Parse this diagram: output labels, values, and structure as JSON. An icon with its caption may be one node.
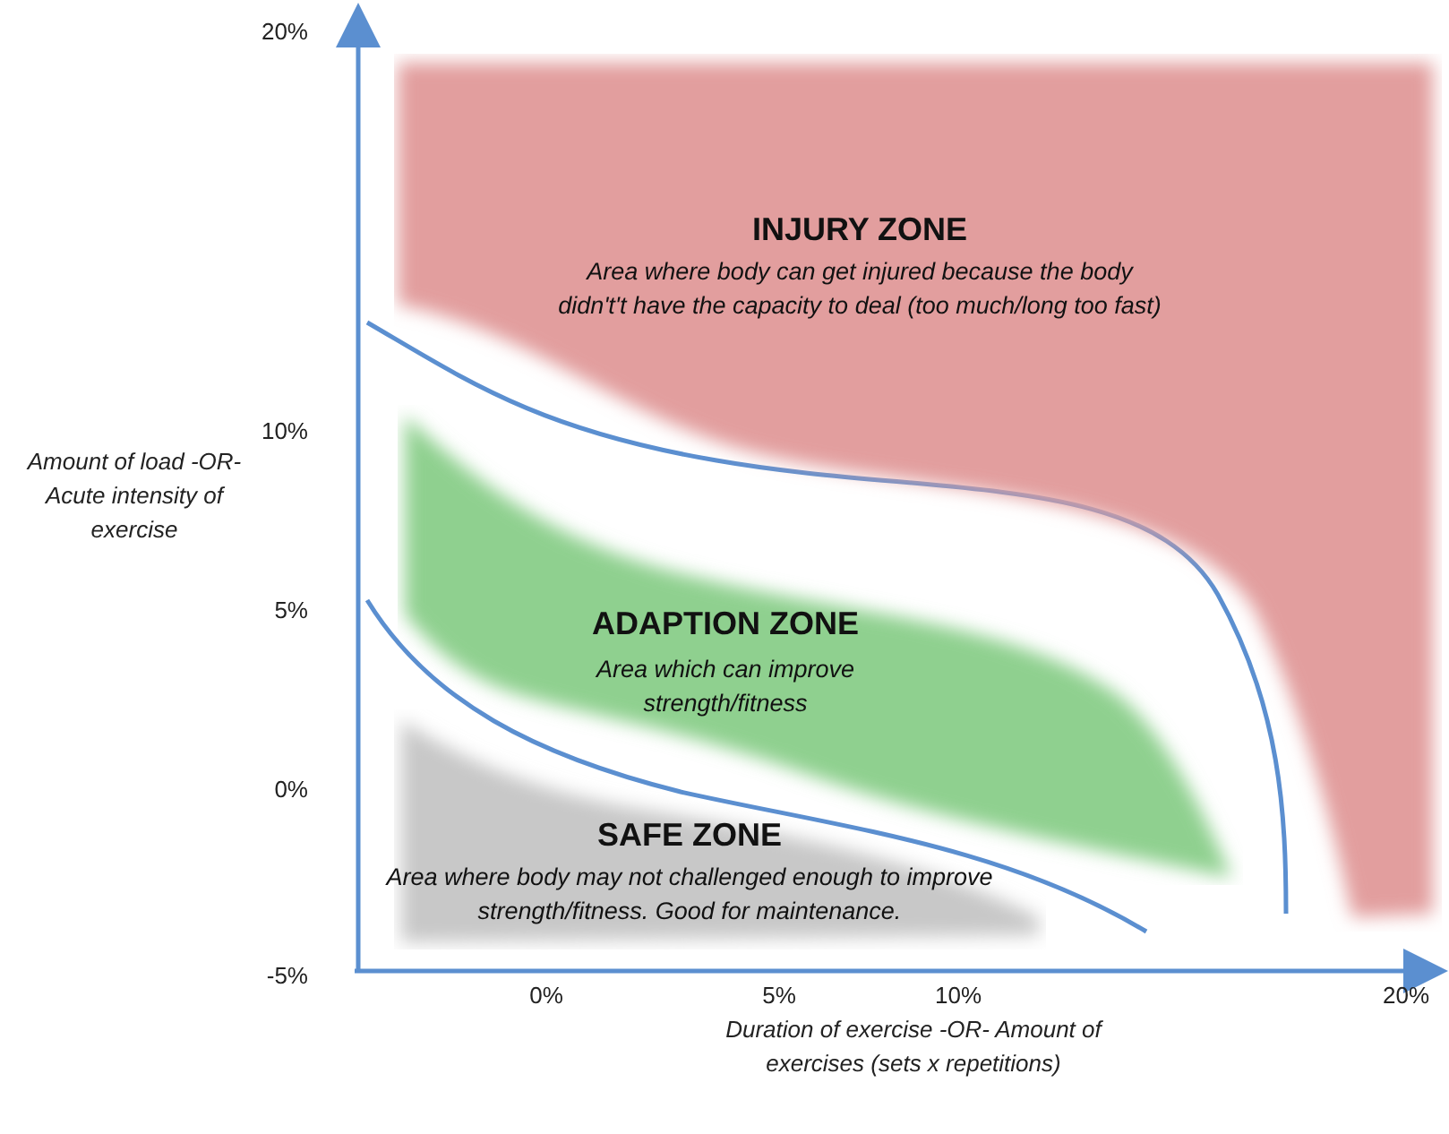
{
  "diagram": {
    "nodes": [
      {
        "text": [
          "INJURY ZONE",
          "Area where body can get injured because the body didn't't have the capacity to deal (too much/long too fast)"
        ]
      },
      {
        "text": [
          "ADAPTION ZONE",
          "Area which can improve strength/fitness"
        ]
      },
      {
        "text": [
          "SAFE ZONE",
          "Area where body may not challenged enough to improve strength/fitness. Good for maintenance."
        ]
      }
    ],
    "labels": [
      "20%",
      "10%",
      "Amount of load -OR- Acute intensity of exercise",
      "5%",
      "0%",
      "-5%",
      "0%",
      "5%",
      "10%",
      "20%",
      "Duration of exercise -OR- Amount of exercises (sets x repetitions)"
    ]
  }
}
